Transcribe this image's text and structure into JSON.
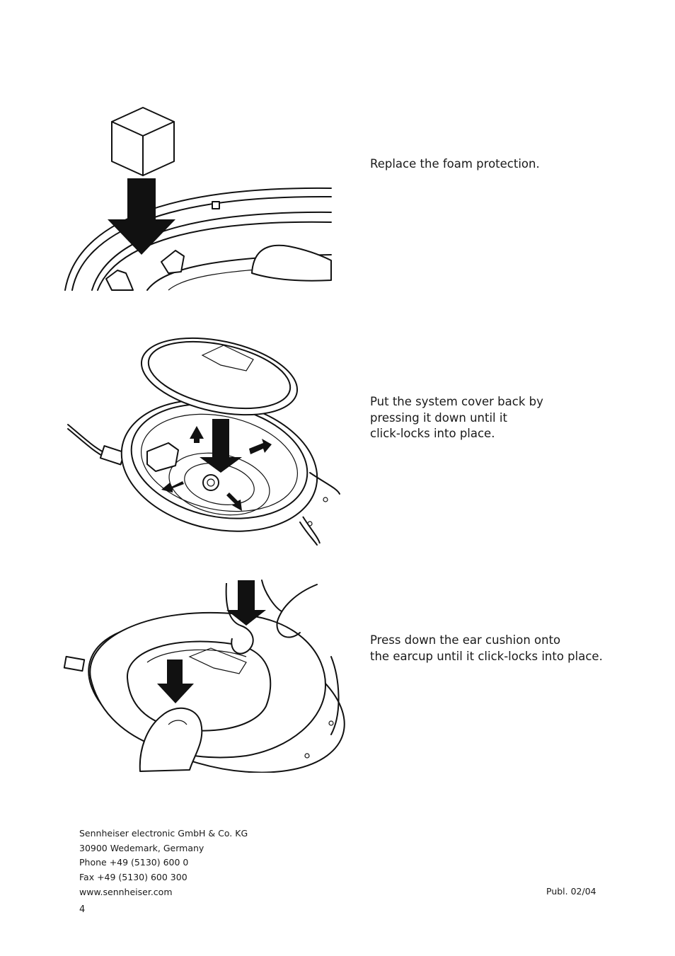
{
  "steps": [
    {
      "lines": [
        "Replace the foam protection."
      ]
    },
    {
      "lines": [
        "Put the system cover back by",
        "pressing it down until it",
        "click-locks into place."
      ]
    },
    {
      "lines": [
        "Press down the ear cushion onto",
        "the earcup until it click-locks into place."
      ]
    }
  ],
  "footer": {
    "company": "Sennheiser electronic GmbH & Co. KG",
    "address": "30900 Wedemark, Germany",
    "phone": "Phone +49 (5130) 600 0",
    "fax": "Fax +49 (5130) 600 300",
    "website": "www.sennheiser.com",
    "publication": "Publ.  02/04"
  },
  "page_number": "4"
}
